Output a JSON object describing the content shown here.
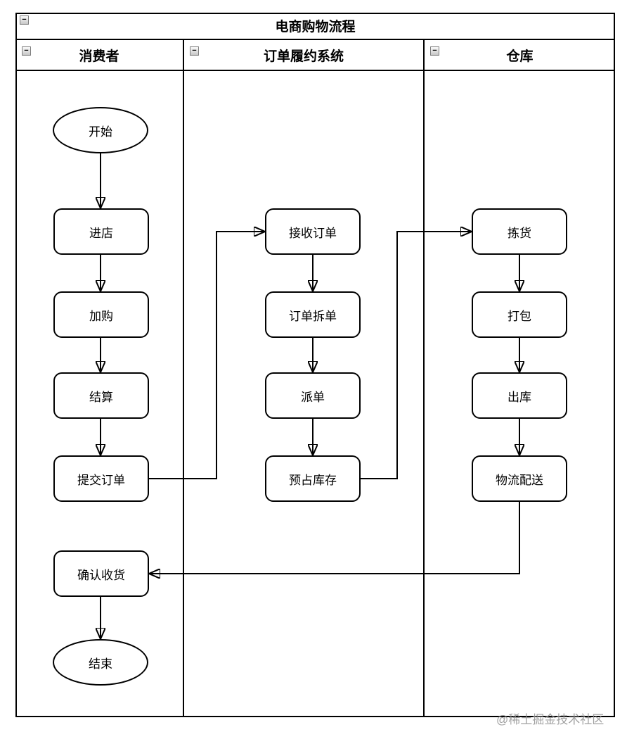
{
  "title": "电商购物流程",
  "icons": {
    "collapse": "−"
  },
  "lanes": [
    {
      "id": "consumer",
      "label": "消费者"
    },
    {
      "id": "fulfillment",
      "label": "订单履约系统"
    },
    {
      "id": "warehouse",
      "label": "仓库"
    }
  ],
  "nodes": {
    "start": "开始",
    "enter_store": "进店",
    "add_to_cart": "加购",
    "checkout": "结算",
    "submit_order": "提交订单",
    "confirm_receipt": "确认收货",
    "end": "结束",
    "receive_order": "接收订单",
    "split_order": "订单拆单",
    "dispatch_order": "派单",
    "reserve_inventory": "预占库存",
    "picking": "拣货",
    "packing": "打包",
    "outbound": "出库",
    "logistics_delivery": "物流配送"
  },
  "edges": [
    {
      "from": "start",
      "to": "enter_store"
    },
    {
      "from": "enter_store",
      "to": "add_to_cart"
    },
    {
      "from": "add_to_cart",
      "to": "checkout"
    },
    {
      "from": "checkout",
      "to": "submit_order"
    },
    {
      "from": "submit_order",
      "to": "receive_order"
    },
    {
      "from": "receive_order",
      "to": "split_order"
    },
    {
      "from": "split_order",
      "to": "dispatch_order"
    },
    {
      "from": "dispatch_order",
      "to": "reserve_inventory"
    },
    {
      "from": "reserve_inventory",
      "to": "picking"
    },
    {
      "from": "picking",
      "to": "packing"
    },
    {
      "from": "packing",
      "to": "outbound"
    },
    {
      "from": "outbound",
      "to": "logistics_delivery"
    },
    {
      "from": "logistics_delivery",
      "to": "confirm_receipt"
    },
    {
      "from": "confirm_receipt",
      "to": "end"
    }
  ],
  "watermark": "@稀土掘金技术社区",
  "colors": {
    "stroke": "#000000",
    "node_fill": "#ffffff",
    "watermark": "#919191"
  }
}
